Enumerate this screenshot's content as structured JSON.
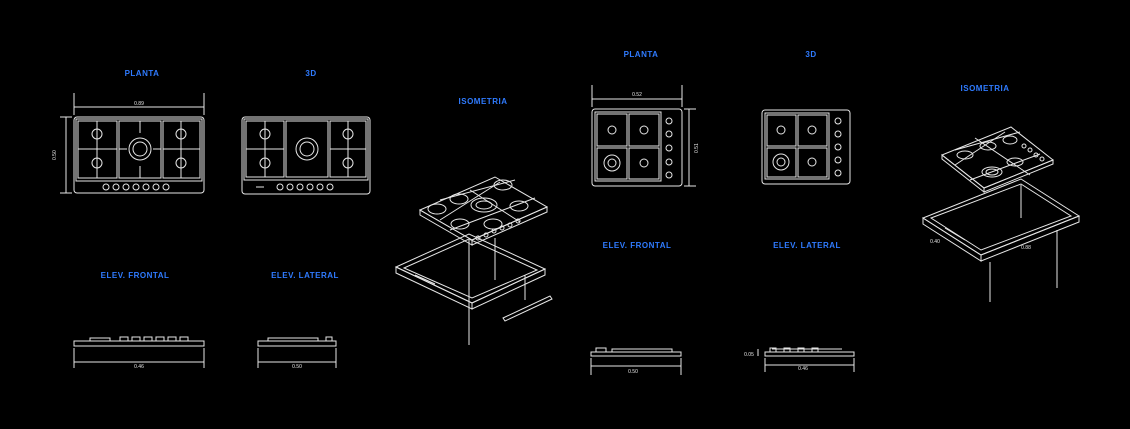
{
  "labels": {
    "planta": "PLANTA",
    "three_d": "3D",
    "isometria": "ISOMETRIA",
    "elev_frontal": "ELEV. FRONTAL",
    "elev_lateral": "ELEV. LATERAL"
  },
  "dimensions": {
    "d1": "0.89",
    "d2": "0.50",
    "d3": "0.46",
    "d4": "0.52",
    "d5": "0.51",
    "d6": "0.50",
    "d7": "0.46",
    "d8": "0.40",
    "d9": "0.05",
    "d10": "0.88"
  },
  "colors": {
    "label": "#2f7bff",
    "lines": "#e6e6e6",
    "background": "#000000"
  }
}
